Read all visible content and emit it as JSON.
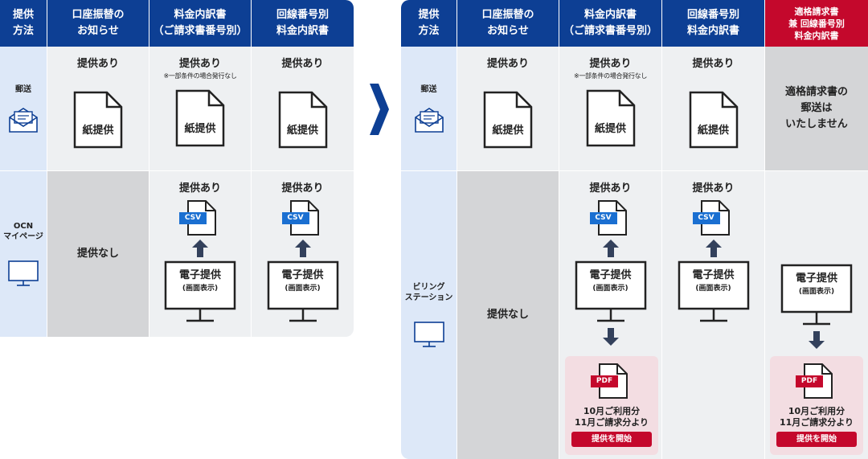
{
  "colors": {
    "header_blue": "#0d3f94",
    "header_red": "#c4082c",
    "label_bg": "#dde8f8",
    "cell_light": "#eef0f2",
    "cell_gray": "#d4d5d7",
    "csv_blue": "#1a6fd1",
    "pdf_red": "#c4082c",
    "pink_bg": "#f3dde2"
  },
  "left": {
    "headers": [
      "提供\n方法",
      "口座振替の\nお知らせ",
      "料金内訳書\n（ご請求書番号別）",
      "回線番号別\n料金内訳書"
    ],
    "rows": {
      "mail": "郵送",
      "mypage": "OCN\nマイページ"
    },
    "mail": {
      "col1": {
        "available": "提供あり",
        "doc": "紙提供"
      },
      "col2": {
        "available": "提供あり",
        "note": "※一部条件の場合発行なし",
        "doc": "紙提供"
      },
      "col3": {
        "available": "提供あり",
        "doc": "紙提供"
      }
    },
    "mypage": {
      "col1": {
        "status": "提供なし"
      },
      "col2": {
        "available": "提供あり",
        "file": "CSV",
        "screen_title": "電子提供",
        "screen_sub": "(画面表示)"
      },
      "col3": {
        "available": "提供あり",
        "file": "CSV",
        "screen_title": "電子提供",
        "screen_sub": "(画面表示)"
      }
    }
  },
  "right": {
    "headers": [
      "提供\n方法",
      "口座振替の\nお知らせ",
      "料金内訳書\n（ご請求書番号別）",
      "回線番号別\n料金内訳書",
      "適格請求書\n兼 回線番号別\n料金内訳書"
    ],
    "rows": {
      "mail": "郵送",
      "billing": "ビリング\nステーション"
    },
    "mail": {
      "col1": {
        "available": "提供あり",
        "doc": "紙提供"
      },
      "col2": {
        "available": "提供あり",
        "note": "※一部条件の場合発行なし",
        "doc": "紙提供"
      },
      "col3": {
        "available": "提供あり",
        "doc": "紙提供"
      },
      "col4": {
        "text": "適格請求書の\n郵送は\nいたしません"
      }
    },
    "billing": {
      "col1": {
        "status": "提供なし"
      },
      "col2": {
        "available": "提供あり",
        "file": "CSV",
        "screen_title": "電子提供",
        "screen_sub": "(画面表示)",
        "pdf": "PDF",
        "pdf_note": "10月ご利用分\n11月ご請求分より",
        "start": "提供を開始"
      },
      "col3": {
        "available": "提供あり",
        "file": "CSV",
        "screen_title": "電子提供",
        "screen_sub": "(画面表示)"
      },
      "col4": {
        "screen_title": "電子提供",
        "screen_sub": "(画面表示)",
        "pdf": "PDF",
        "pdf_note": "10月ご利用分\n11月ご請求分より",
        "start": "提供を開始"
      }
    }
  }
}
